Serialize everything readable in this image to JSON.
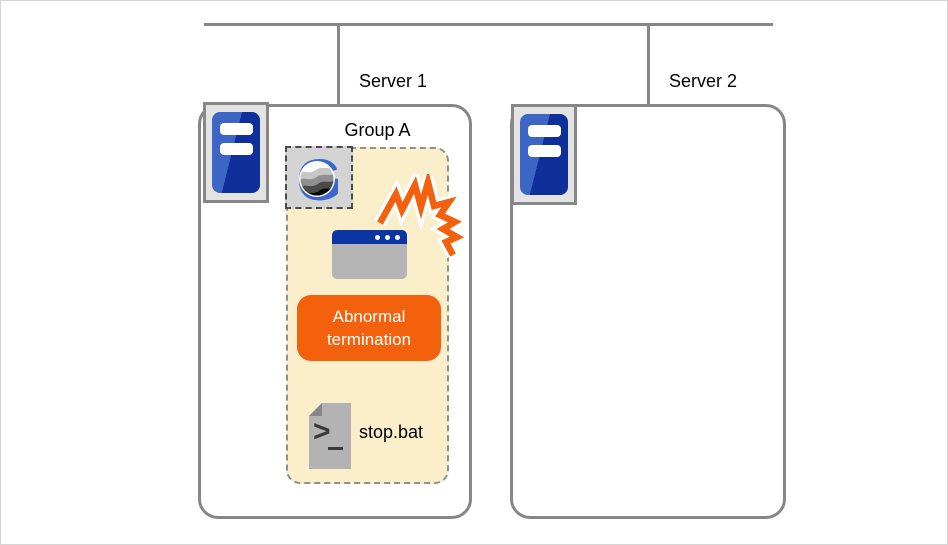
{
  "diagram": {
    "title": "server group failover diagram",
    "network": {
      "bus": "network-bus"
    },
    "servers": [
      {
        "label": "Server 1",
        "icon": "server-icon",
        "group": {
          "label": "Group A",
          "app_icon": "g-application-icon",
          "window_icon": "application-window-icon",
          "crash_icon": "crash-burst-icon",
          "badge_text": "Abnormal termination",
          "script": {
            "icon": "batch-file-icon",
            "label": "stop.bat"
          }
        }
      },
      {
        "label": "Server 2",
        "icon": "server-icon"
      }
    ]
  },
  "colors": {
    "line_gray": "#878787",
    "accent_orange": "#f4610d",
    "group_background": "#fbeecb",
    "window_title_blue": "#0a35a3",
    "window_body_gray": "#b5b5b5",
    "server_blue_light": "#3d66c4",
    "server_blue_dark": "#0f2f9b",
    "logo_blue": "#3a67cc",
    "icon_box_gray": "#d4d4d4",
    "document_gray": "#b3b3b3"
  }
}
